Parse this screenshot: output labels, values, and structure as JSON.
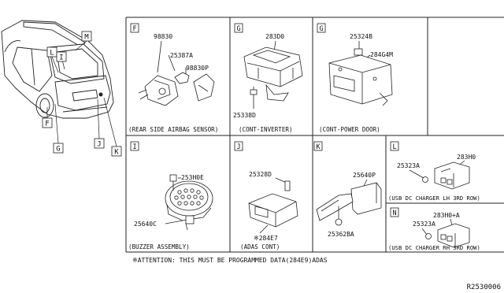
{
  "car_callouts": [
    "M",
    "L",
    "I",
    "F",
    "G",
    "J",
    "K"
  ],
  "panels": [
    {
      "letter": "F",
      "caption": "(REAR SIDE AIRBAG SENSOR)",
      "parts": [
        "98830",
        "25387A",
        "98830P"
      ]
    },
    {
      "letter": "G",
      "caption": "(CONT-INVERTER)",
      "parts": [
        "283D0",
        "25338D"
      ]
    },
    {
      "letter": "G",
      "caption": "(CONT-POWER DOOR)",
      "parts": [
        "25324B",
        "284G4M"
      ]
    },
    {
      "letter": "I",
      "caption": "(BUZZER ASSEMBLY)",
      "parts": [
        "253H0E",
        "25640C"
      ]
    },
    {
      "letter": "J",
      "caption": "(ADAS CONT)",
      "parts": [
        "25328D",
        "※284E7"
      ]
    },
    {
      "letter": "K",
      "caption": "",
      "parts": [
        "25640P",
        "25362BA"
      ]
    },
    {
      "letter": "L",
      "caption": "(USB DC CHARGER LH 3RD ROW)",
      "parts": [
        "25323A",
        "283H0"
      ]
    },
    {
      "letter": "N",
      "caption": "(USB DC CHARGER RH 3RD ROW)",
      "parts": [
        "283H0+A",
        "25323A"
      ]
    }
  ],
  "attention_note": "※ATTENTION: THIS MUST BE PROGRAMMED DATA(284E9)ADAS",
  "diagram_code": "R2530006"
}
